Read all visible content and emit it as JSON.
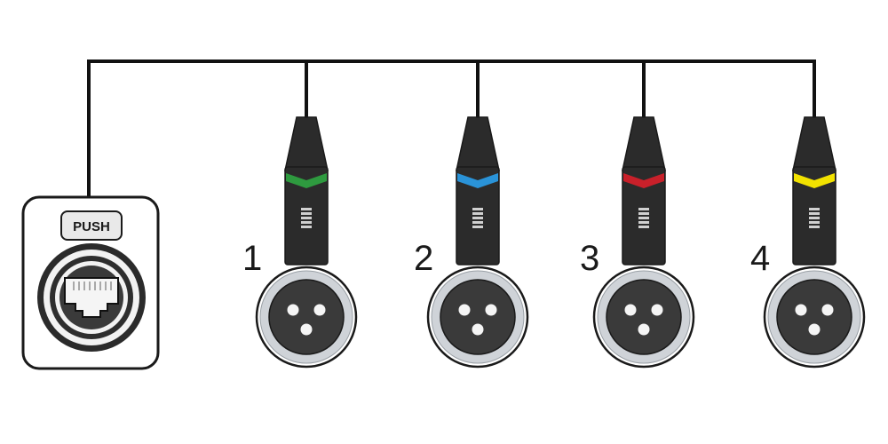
{
  "jack": {
    "push_label": "PUSH"
  },
  "connectors": [
    {
      "number": "1",
      "band_color": "#2e9a3f",
      "band_color_name": "green"
    },
    {
      "number": "2",
      "band_color": "#2a93d8",
      "band_color_name": "blue"
    },
    {
      "number": "3",
      "band_color": "#c8202a",
      "band_color_name": "red"
    },
    {
      "number": "4",
      "band_color": "#f2e200",
      "band_color_name": "yellow"
    }
  ],
  "colors": {
    "line": "#111111",
    "body": "#2b2b2b",
    "outline": "#1a1a1a",
    "ring": "#cfd3d8",
    "face": "#3a3a3a",
    "pin": "#f5f5f5"
  }
}
